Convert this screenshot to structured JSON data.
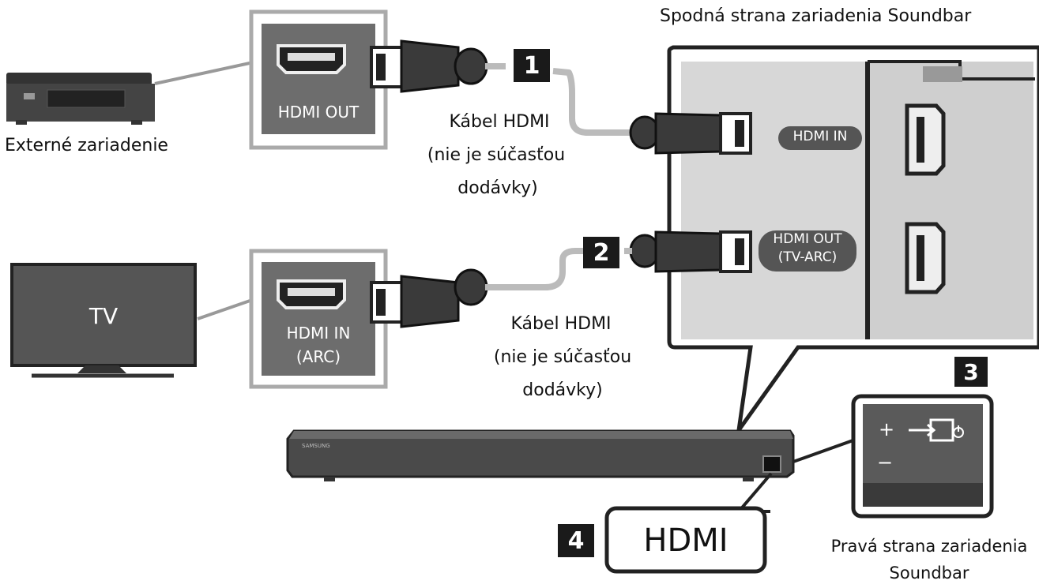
{
  "title": "Spodná strana zariadenia Soundbar",
  "external_device": {
    "label": "Externé zariadenie",
    "port_label": "HDMI OUT"
  },
  "tv": {
    "screen_text": "TV",
    "port_line1": "HDMI IN",
    "port_line2": "(ARC)"
  },
  "cable1": {
    "line1": "Kábel HDMI",
    "line2": "(nie je súčasťou",
    "line3": "dodávky)"
  },
  "cable2": {
    "line1": "Kábel HDMI",
    "line2": "(nie je súčasťou",
    "line3": "dodávky)"
  },
  "soundbar_ports": {
    "in_label": "HDMI IN",
    "out_line1": "HDMI OUT",
    "out_line2": "(TV-ARC)"
  },
  "soundbar": {
    "brand": "SAMSUNG"
  },
  "callouts": {
    "step1": "1",
    "step2": "2",
    "step3": "3",
    "step4": "4"
  },
  "hdmi_tag": "HDMI",
  "right_side": {
    "line1": "Pravá strana zariadenia",
    "line2": "Soundbar",
    "plus": "+",
    "minus": "−"
  }
}
